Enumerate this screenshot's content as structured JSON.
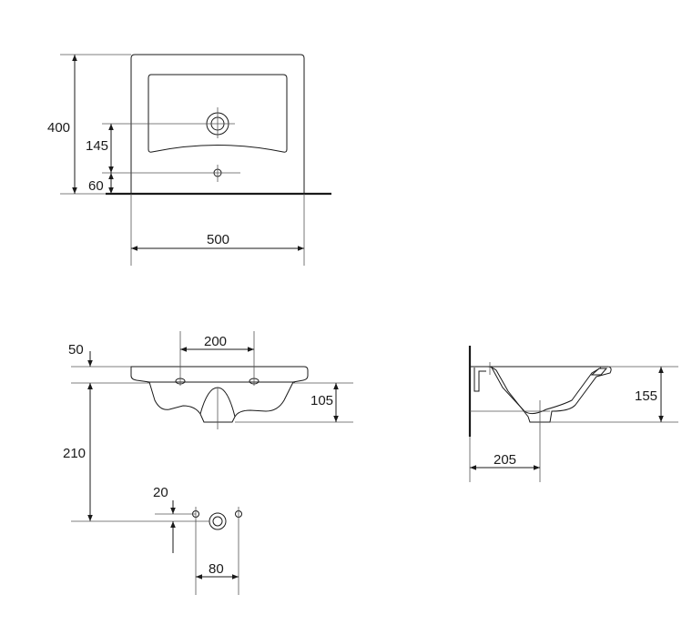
{
  "drawing": {
    "top_view": {
      "dim_height": "400",
      "dim_tap_offset": "145",
      "dim_overflow_offset": "60",
      "dim_width": "500"
    },
    "front_view": {
      "dim_top_thickness": "50",
      "dim_fixing_spacing": "200",
      "dim_bowl_depth": "105",
      "dim_fixing_height": "210",
      "dim_hole_offset": "20",
      "dim_hole_spacing": "80"
    },
    "side_view": {
      "dim_projection": "205",
      "dim_depth": "155"
    }
  }
}
